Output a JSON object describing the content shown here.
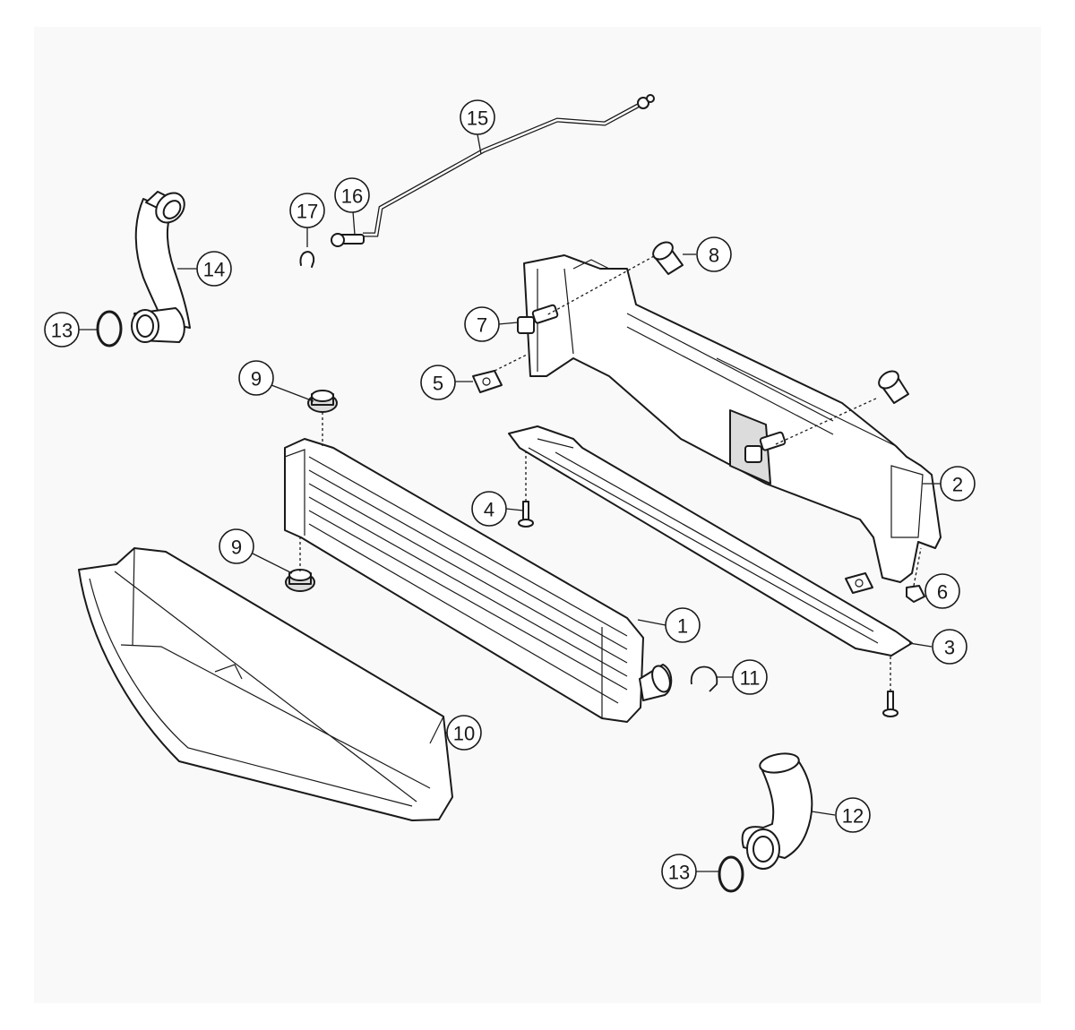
{
  "callouts": [
    {
      "id": "c1",
      "label": "1"
    },
    {
      "id": "c2",
      "label": "2"
    },
    {
      "id": "c3",
      "label": "3"
    },
    {
      "id": "c4",
      "label": "4"
    },
    {
      "id": "c5",
      "label": "5"
    },
    {
      "id": "c6",
      "label": "6"
    },
    {
      "id": "c7",
      "label": "7"
    },
    {
      "id": "c8",
      "label": "8"
    },
    {
      "id": "c9a",
      "label": "9"
    },
    {
      "id": "c9b",
      "label": "9"
    },
    {
      "id": "c10",
      "label": "10"
    },
    {
      "id": "c11",
      "label": "11"
    },
    {
      "id": "c12",
      "label": "12"
    },
    {
      "id": "c13a",
      "label": "13"
    },
    {
      "id": "c13b",
      "label": "13"
    },
    {
      "id": "c14",
      "label": "14"
    },
    {
      "id": "c15",
      "label": "15"
    },
    {
      "id": "c16",
      "label": "16"
    },
    {
      "id": "c17",
      "label": "17"
    }
  ],
  "colors": {
    "line": "#1a1a1a",
    "background": "#ffffff",
    "frame": "#f9f9f9"
  }
}
